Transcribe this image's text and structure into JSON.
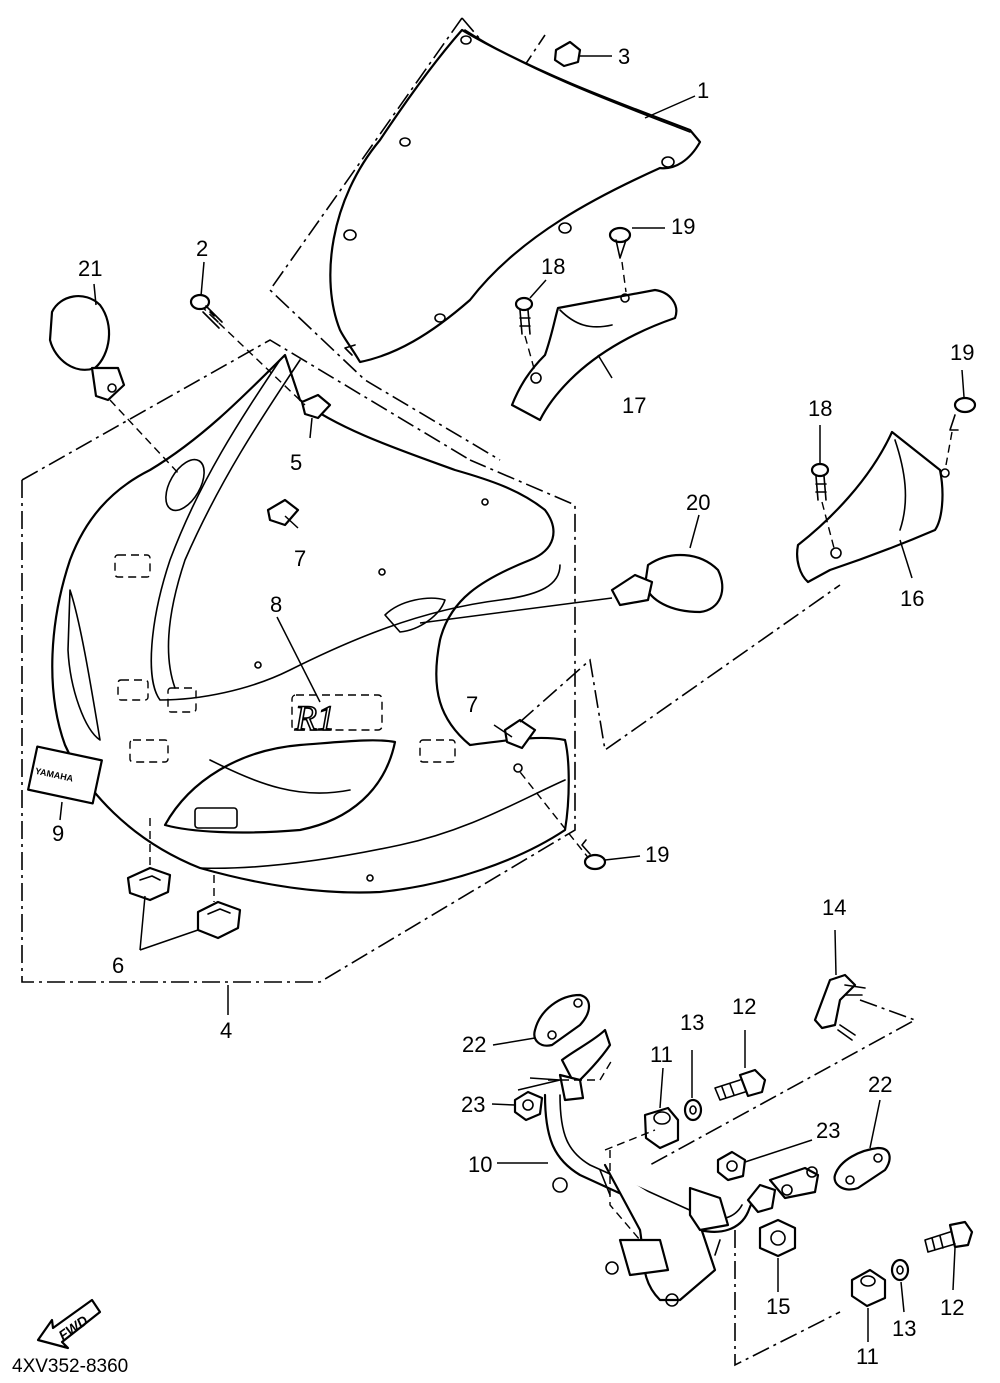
{
  "diagram": {
    "code": "4XV352-8360",
    "fwd_label": "FWD",
    "emblem_text": "YAMAHA",
    "r1_badge": "R1",
    "callouts": {
      "c1": "1",
      "c2": "2",
      "c3": "3",
      "c4": "4",
      "c5": "5",
      "c6": "6",
      "c7a": "7",
      "c7b": "7",
      "c8": "8",
      "c9": "9",
      "c10": "10",
      "c11a": "11",
      "c11b": "11",
      "c12a": "12",
      "c12b": "12",
      "c13a": "13",
      "c13b": "13",
      "c14": "14",
      "c15": "15",
      "c16": "16",
      "c17": "17",
      "c18a": "18",
      "c18b": "18",
      "c19a": "19",
      "c19b": "19",
      "c19c": "19",
      "c20": "20",
      "c21": "21",
      "c22a": "22",
      "c22b": "22",
      "c23a": "23",
      "c23b": "23"
    }
  }
}
